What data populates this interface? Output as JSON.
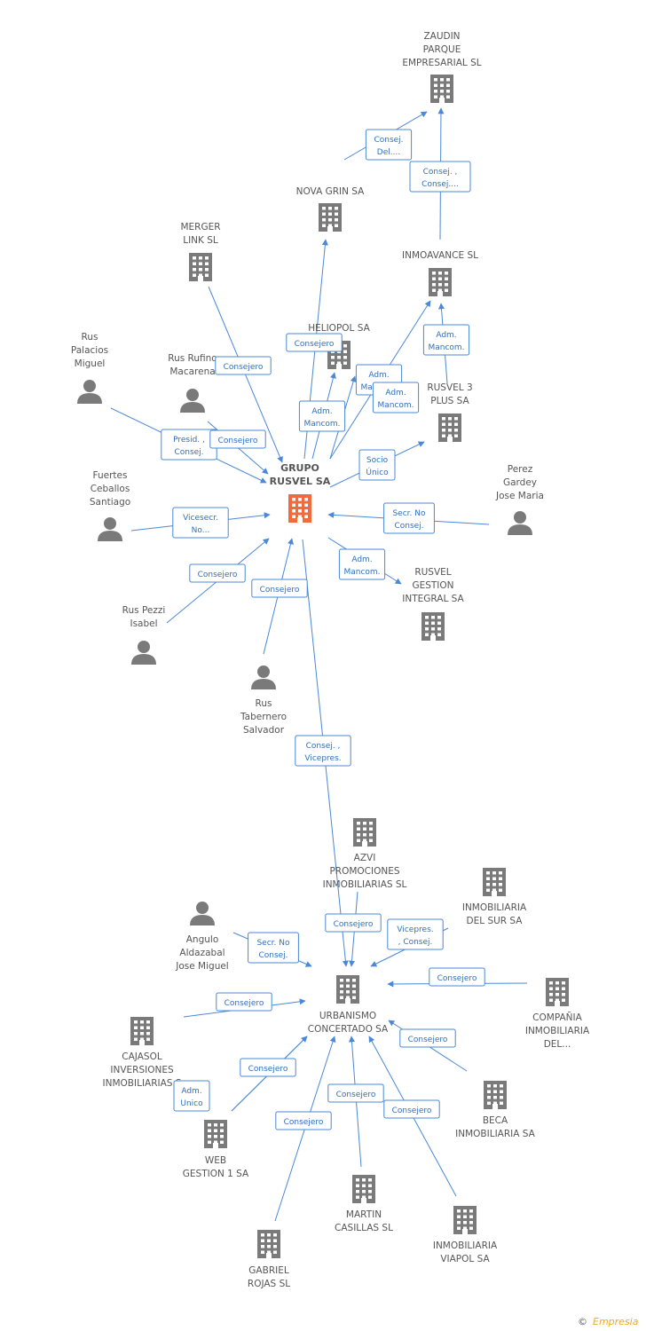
{
  "colors": {
    "edge": "#4a88d8",
    "edge_text": "#2f6fc2",
    "icon": "#7a7a7a",
    "main_icon": "#f26a3d",
    "label": "#555555",
    "brand": "#f5a623"
  },
  "footer": {
    "copyright_symbol": "©",
    "brand": "Empresia"
  },
  "nodes": [
    {
      "id": "zaudin",
      "type": "company",
      "label": [
        "ZAUDIN",
        "PARQUE",
        "EMPRESARIAL SL"
      ]
    },
    {
      "id": "novagrin",
      "type": "company",
      "label": [
        "NOVA GRIN SA"
      ]
    },
    {
      "id": "merger",
      "type": "company",
      "label": [
        "MERGER",
        "LINK SL"
      ]
    },
    {
      "id": "inmoavance",
      "type": "company",
      "label": [
        "INMOAVANCE SL"
      ]
    },
    {
      "id": "heliopol",
      "type": "company",
      "label": [
        "HELIOPOL SA"
      ]
    },
    {
      "id": "ruspalacios",
      "type": "person",
      "label": [
        "Rus",
        "Palacios",
        "Miguel"
      ]
    },
    {
      "id": "rusrufino",
      "type": "person",
      "label": [
        "Rus Rufino",
        "Macarena"
      ]
    },
    {
      "id": "rusvel3",
      "type": "company",
      "label": [
        "RUSVEL 3",
        "PLUS SA"
      ]
    },
    {
      "id": "grupo",
      "type": "main",
      "label": [
        "GRUPO",
        "RUSVEL SA"
      ]
    },
    {
      "id": "fuertes",
      "type": "person",
      "label": [
        "Fuertes",
        "Ceballos",
        "Santiago"
      ]
    },
    {
      "id": "perez",
      "type": "person",
      "label": [
        "Perez",
        "Gardey",
        "Jose Maria"
      ]
    },
    {
      "id": "rusvelgestion",
      "type": "company",
      "label": [
        "RUSVEL",
        "GESTION",
        "INTEGRAL SA"
      ]
    },
    {
      "id": "ruspezzi",
      "type": "person",
      "label": [
        "Rus Pezzi",
        "Isabel"
      ]
    },
    {
      "id": "rustabernero",
      "type": "person",
      "label": [
        "Rus",
        "Tabernero",
        "Salvador"
      ]
    },
    {
      "id": "azvi",
      "type": "company",
      "label": [
        "AZVI",
        "PROMOCIONES",
        "INMOBILIARIAS SL"
      ]
    },
    {
      "id": "inmodelsur",
      "type": "company",
      "label": [
        "INMOBILIARIA",
        "DEL SUR SA"
      ]
    },
    {
      "id": "angulo",
      "type": "person",
      "label": [
        "Angulo",
        "Aldazabal",
        "Jose Miguel"
      ]
    },
    {
      "id": "urbanismo",
      "type": "company",
      "label": [
        "URBANISMO",
        "CONCERTADO SA"
      ]
    },
    {
      "id": "compania",
      "type": "company",
      "label": [
        "COMPAÑIA",
        "INMOBILIARIA",
        "DEL..."
      ]
    },
    {
      "id": "cajasol",
      "type": "company",
      "label": [
        "CAJASOL",
        "INVERSIONES",
        "INMOBILIARIAS S"
      ]
    },
    {
      "id": "beca",
      "type": "company",
      "label": [
        "BECA",
        "INMOBILIARIA SA"
      ]
    },
    {
      "id": "webgestion",
      "type": "company",
      "label": [
        "WEB",
        "GESTION 1 SA"
      ]
    },
    {
      "id": "martin",
      "type": "company",
      "label": [
        "MARTIN",
        "CASILLAS SL"
      ]
    },
    {
      "id": "viapol",
      "type": "company",
      "label": [
        "INMOBILIARIA",
        "VIAPOL SA"
      ]
    },
    {
      "id": "gabriel",
      "type": "company",
      "label": [
        "GABRIEL",
        "ROJAS SL"
      ]
    }
  ],
  "edges": [
    {
      "from": "novagrin",
      "to": "zaudin",
      "label": [
        "Consej.",
        "Del...."
      ]
    },
    {
      "from": "inmoavance",
      "to": "zaudin",
      "label": [
        "Consej. ,",
        "Consej...."
      ]
    },
    {
      "from": "grupo",
      "to": "novagrin",
      "label": [
        "Consejero"
      ]
    },
    {
      "from": "merger",
      "to": "grupo",
      "label": [
        "Consejero"
      ]
    },
    {
      "from": "rusvel3",
      "to": "inmoavance",
      "label": [
        "Adm.",
        "Mancom."
      ]
    },
    {
      "from": "grupo",
      "to": "inmoavance",
      "label": [
        "Adm.",
        "Mancom."
      ]
    },
    {
      "from": "grupo",
      "to": "heliopol",
      "label": [
        "Adm.",
        "Mancom."
      ]
    },
    {
      "from": "grupo",
      "to": "heliopol",
      "label": [
        "Adm.",
        "Mancom."
      ]
    },
    {
      "from": "ruspalacios",
      "to": "grupo",
      "label": [
        "Presid. ,",
        "Consej."
      ]
    },
    {
      "from": "rusrufino",
      "to": "grupo",
      "label": [
        "Consejero"
      ]
    },
    {
      "from": "grupo",
      "to": "rusvel3",
      "label": [
        "Socio",
        "Único"
      ]
    },
    {
      "from": "fuertes",
      "to": "grupo",
      "label": [
        "Vicesecr.",
        "No..."
      ]
    },
    {
      "from": "perez",
      "to": "grupo",
      "label": [
        "Secr. No",
        "Consej."
      ]
    },
    {
      "from": "grupo",
      "to": "rusvelgestion",
      "label": [
        "Adm.",
        "Mancom."
      ]
    },
    {
      "from": "ruspezzi",
      "to": "grupo",
      "label": [
        "Consejero"
      ]
    },
    {
      "from": "rustabernero",
      "to": "grupo",
      "label": [
        "Consejero"
      ]
    },
    {
      "from": "grupo",
      "to": "urbanismo",
      "label": [
        "Consej. ,",
        "Vicepres."
      ]
    },
    {
      "from": "azvi",
      "to": "urbanismo",
      "label": [
        "Consejero"
      ]
    },
    {
      "from": "inmodelsur",
      "to": "urbanismo",
      "label": [
        "Vicepres.",
        ", Consej."
      ]
    },
    {
      "from": "angulo",
      "to": "urbanismo",
      "label": [
        "Secr. No",
        "Consej."
      ]
    },
    {
      "from": "compania",
      "to": "urbanismo",
      "label": [
        "Consejero"
      ]
    },
    {
      "from": "cajasol",
      "to": "urbanismo",
      "label": [
        "Consejero"
      ]
    },
    {
      "from": "beca",
      "to": "urbanismo",
      "label": [
        "Consejero"
      ]
    },
    {
      "from": "webgestion",
      "to": "urbanismo",
      "label": [
        "Consejero"
      ]
    },
    {
      "from": "webgestion",
      "to": "urbanismo",
      "label": [
        "Adm.",
        "Unico"
      ]
    },
    {
      "from": "martin",
      "to": "urbanismo",
      "label": [
        "Consejero"
      ]
    },
    {
      "from": "viapol",
      "to": "urbanismo",
      "label": [
        "Consejero"
      ]
    },
    {
      "from": "gabriel",
      "to": "urbanismo",
      "label": [
        "Consejero"
      ]
    }
  ]
}
